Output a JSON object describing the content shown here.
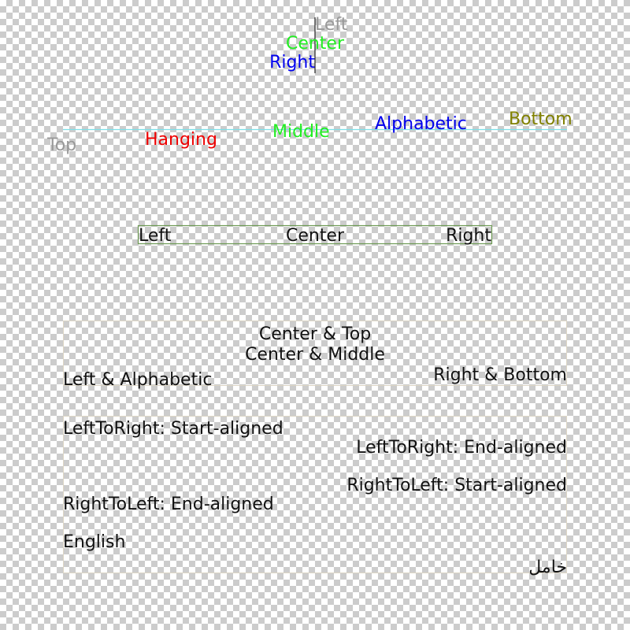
{
  "colors": {
    "gray": "#999999",
    "green": "#22ee22",
    "blue": "#0000ee",
    "red": "#ee0000",
    "olive": "#808000",
    "black": "#111111",
    "guide_cyan": "#7fdfe8",
    "guide_black": "#222222",
    "box_green": "#6e9a54",
    "box_beige": "#ddd6c6"
  },
  "horizontal_align": {
    "left": "Left",
    "center": "Center",
    "right": "Right"
  },
  "baseline_demo": {
    "top": "Top",
    "hanging": "Hanging",
    "middle": "Middle",
    "alphabetic": "Alphabetic",
    "bottom": "Bottom"
  },
  "box_align": {
    "left": "Left",
    "center": "Center",
    "right": "Right"
  },
  "combo_box": {
    "center_top": "Center & Top",
    "center_middle": "Center & Middle",
    "left_alphabetic": "Left & Alphabetic",
    "right_bottom": "Right & Bottom"
  },
  "direction_box": {
    "ltr_start": "LeftToRight: Start-aligned",
    "ltr_end": "LeftToRight: End-aligned",
    "rtl_start": "RightToLeft: Start-aligned",
    "rtl_end": "RightToLeft: End-aligned",
    "english": "English",
    "arabic": "خامل"
  }
}
